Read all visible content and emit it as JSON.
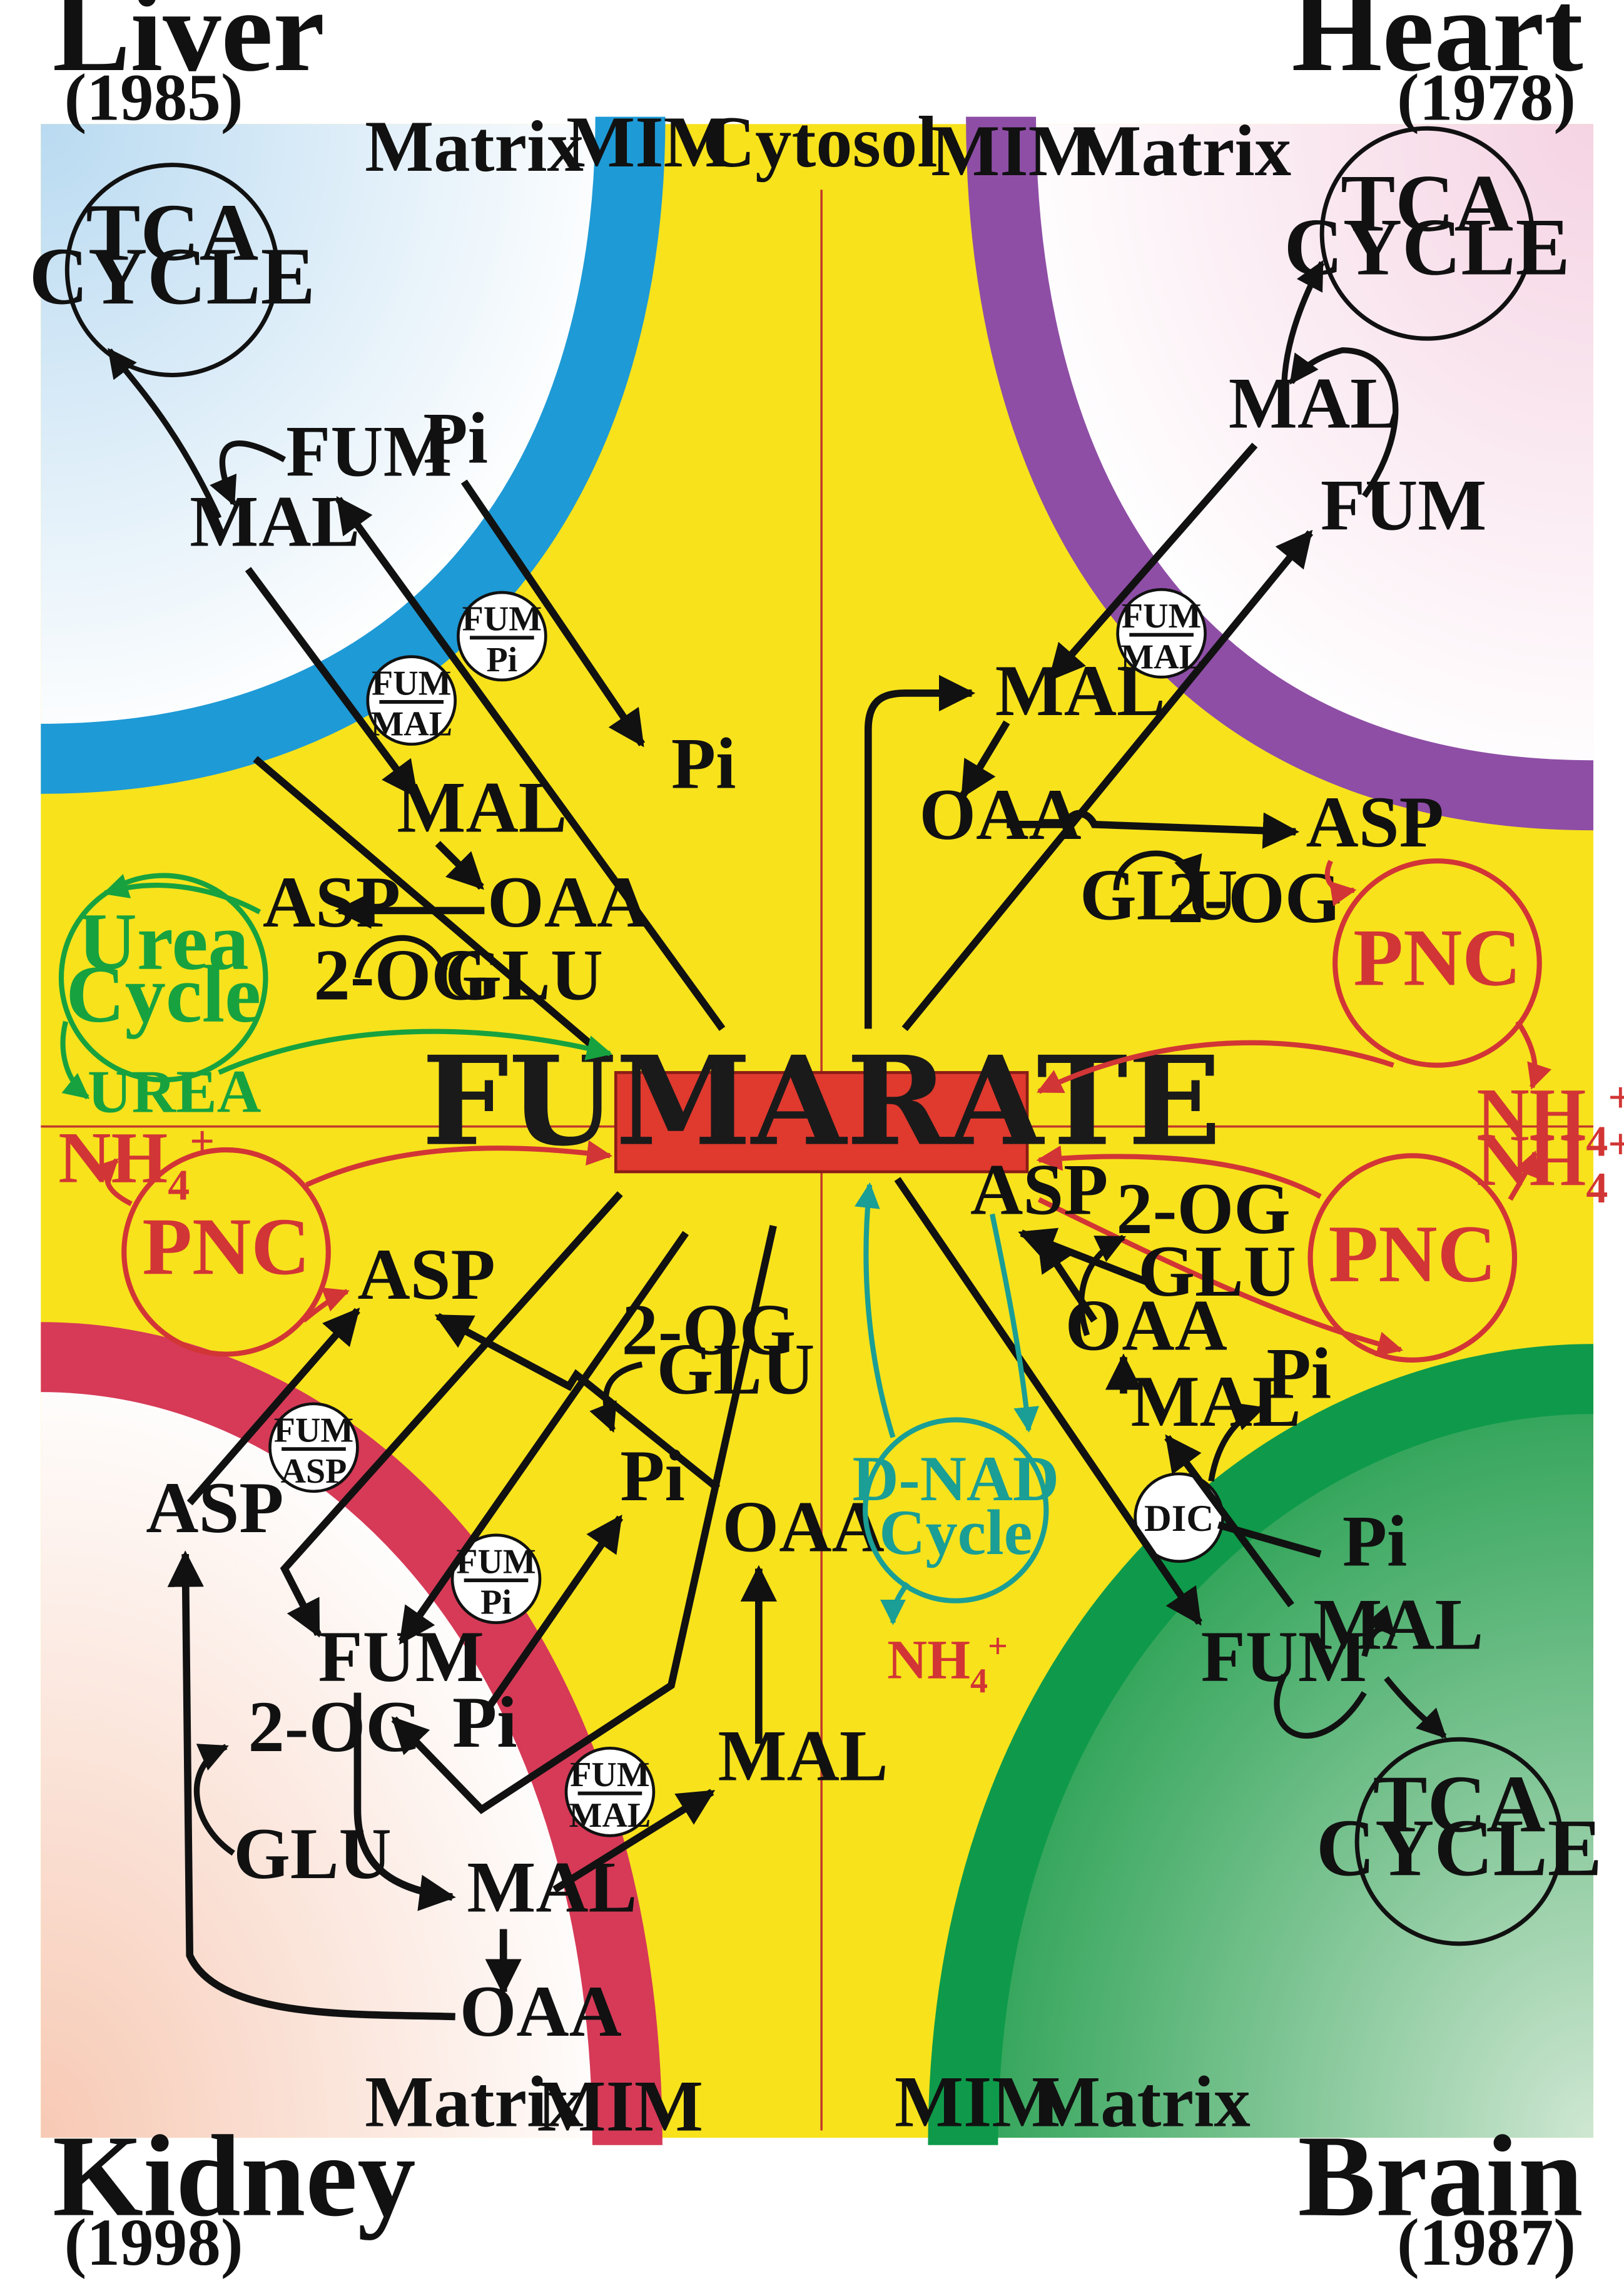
{
  "corners": {
    "liver": {
      "name": "Liver",
      "year": "(1985)"
    },
    "heart": {
      "name": "Heart",
      "year": "(1978)"
    },
    "kidney": {
      "name": "Kidney",
      "year": "(1998)"
    },
    "brain": {
      "name": "Brain",
      "year": "(1987)"
    }
  },
  "zones": {
    "matrix": "Matrix",
    "mim": "MIM",
    "cytosol": "Cytosol"
  },
  "center": {
    "label": "FUMARATE"
  },
  "cycles": {
    "tca_line1": "TCA",
    "tca_line2": "CYCLE",
    "urea_line1": "Urea",
    "urea_line2": "Cycle",
    "pnc": "PNC",
    "dnad_line1": "D-NAD",
    "dnad_line2": "Cycle"
  },
  "carriers": {
    "fum": "FUM",
    "pi": "Pi",
    "mal": "MAL",
    "asp": "ASP",
    "dic": "DIC"
  },
  "metabolites": {
    "fum": "FUM",
    "mal": "MAL",
    "pi": "Pi",
    "oaa": "OAA",
    "asp": "ASP",
    "glu": "GLU",
    "og": "2-OG",
    "urea": "UREA",
    "nh4": "NH"
  },
  "colors": {
    "cytosol": "#f7e21c",
    "liver_membrane": "#1e9ad6",
    "heart_membrane": "#8e4ea6",
    "kidney_membrane": "#d63a57",
    "brain_membrane": "#0e9a4a",
    "fumarate_box": "#e0392e",
    "pnc": "#d23535",
    "urea": "#17a23f",
    "dnad": "#1a9e95"
  }
}
